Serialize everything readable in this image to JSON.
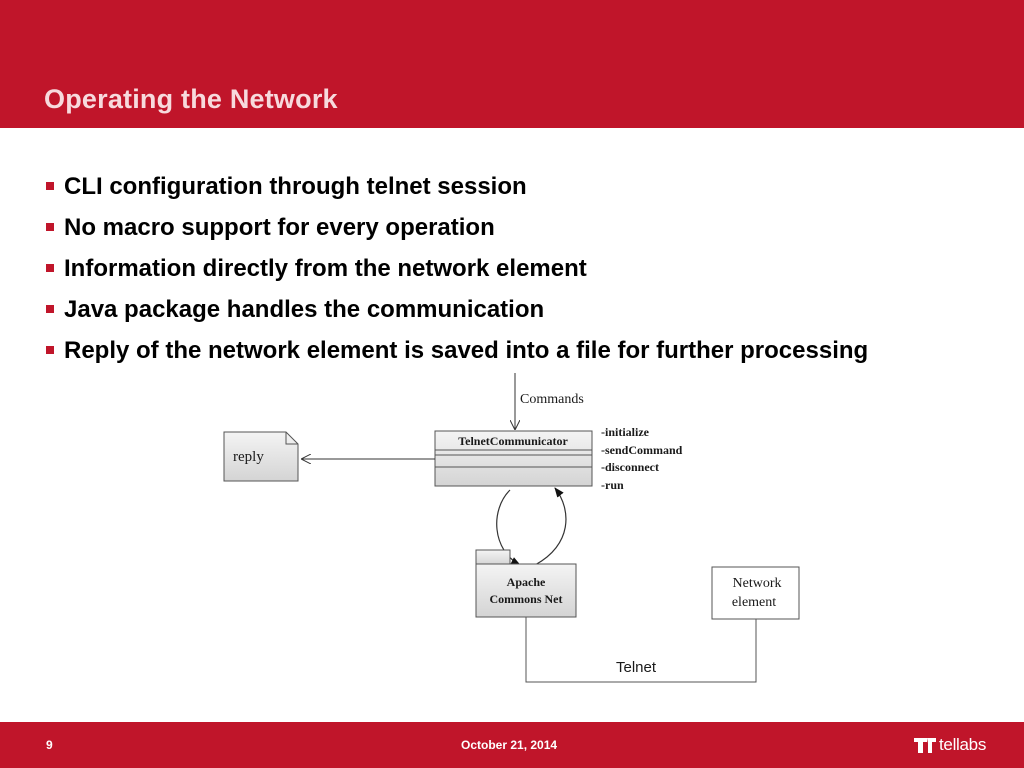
{
  "slide": {
    "title": "Operating the Network",
    "bullets": [
      "CLI configuration through telnet session",
      "No macro support for every operation",
      "Information directly from the network element",
      "Java package handles the communication",
      "Reply of the network element is saved into a file for further processing"
    ]
  },
  "diagram": {
    "commands_label": "Commands",
    "class_name": "TelnetCommunicator",
    "methods": [
      "-initialize",
      "-sendCommand",
      "-disconnect",
      "-run"
    ],
    "reply_label": "reply",
    "package_line1": "Apache",
    "package_line2": "Commons Net",
    "network_line1": "Network",
    "network_line2": "element",
    "telnet_label": "Telnet"
  },
  "footer": {
    "page_number": "9",
    "date": "October 21, 2014",
    "logo_text": "tellabs"
  },
  "colors": {
    "brand_red": "#c0152a"
  }
}
